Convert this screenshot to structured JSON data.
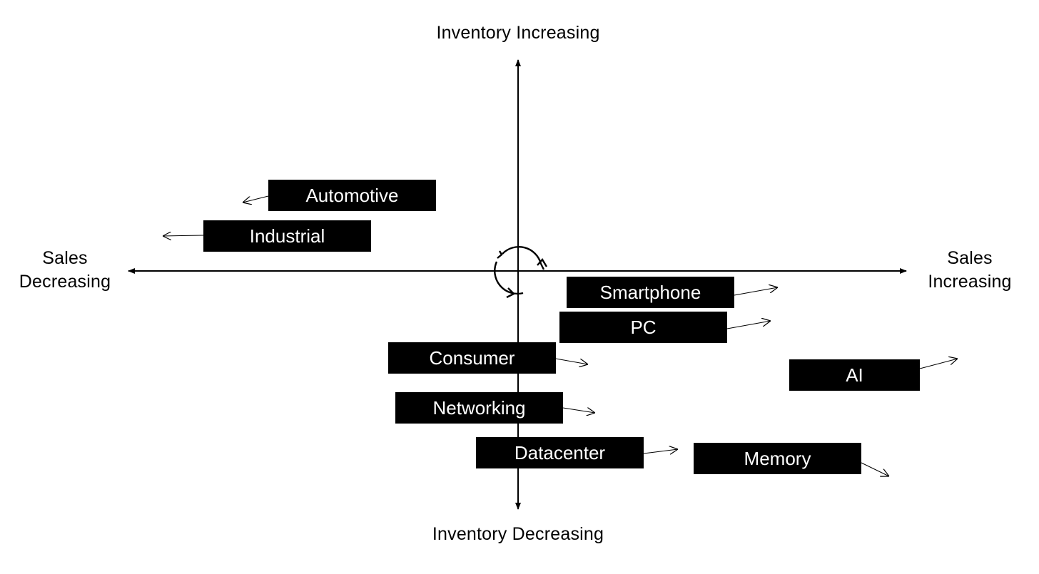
{
  "axes": {
    "top": "Inventory Increasing",
    "bottom": "Inventory Decreasing",
    "left": "Sales\nDecreasing",
    "right": "Sales\nIncreasing"
  },
  "segments": [
    {
      "id": "automotive",
      "label": "Automotive"
    },
    {
      "id": "industrial",
      "label": "Industrial"
    },
    {
      "id": "smartphone",
      "label": "Smartphone"
    },
    {
      "id": "pc",
      "label": "PC"
    },
    {
      "id": "consumer",
      "label": "Consumer"
    },
    {
      "id": "ai",
      "label": "AI"
    },
    {
      "id": "networking",
      "label": "Networking"
    },
    {
      "id": "datacenter",
      "label": "Datacenter"
    },
    {
      "id": "memory",
      "label": "Memory"
    }
  ],
  "colors": {
    "box": "#000000",
    "box_text": "#ffffff",
    "line": "#000000",
    "background": "#ffffff"
  },
  "icons": {
    "center": "cycle-arrows-icon"
  }
}
